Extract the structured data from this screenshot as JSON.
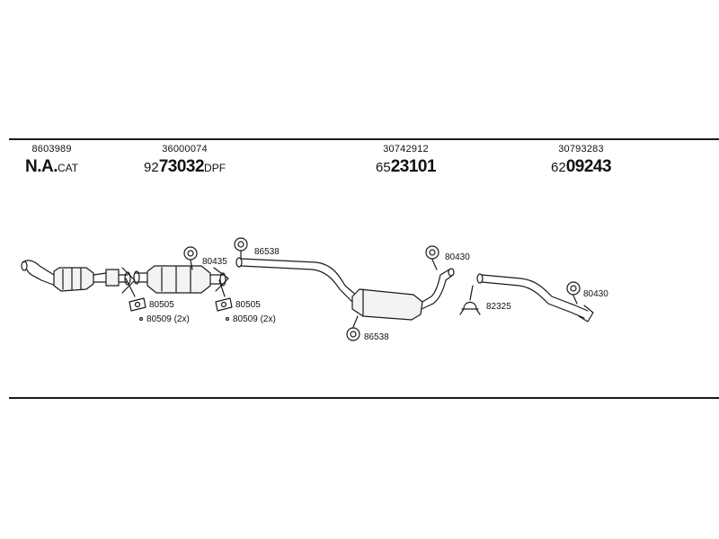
{
  "header_refs": [
    {
      "code": "8603989",
      "prefix": "",
      "main": "N.A.",
      "suffix": "CAT"
    },
    {
      "code": "36000074",
      "prefix": "92",
      "main": "73032",
      "suffix": "DPF"
    },
    {
      "code": "30742912",
      "prefix": "65",
      "main": "23101",
      "suffix": ""
    },
    {
      "code": "30793283",
      "prefix": "62",
      "main": "09243",
      "suffix": ""
    }
  ],
  "parts": {
    "hanger_1": "80435",
    "hanger_2": "86538",
    "hanger_3": "80430",
    "hanger_4": "80430",
    "hanger_5": "86538",
    "clamp": "82325",
    "gasket_1": "80505",
    "bolts_1": "80509 (2x)",
    "gasket_2": "80505",
    "bolts_2": "80509 (2x)"
  }
}
